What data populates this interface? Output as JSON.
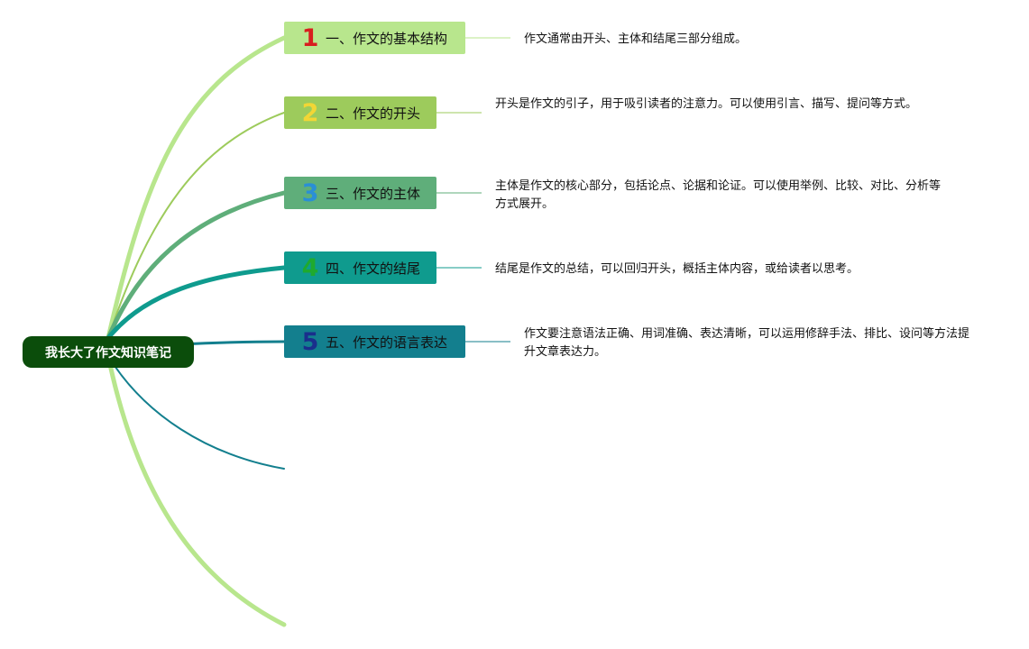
{
  "root": {
    "title": "我长大了作文知识笔记",
    "color": "#0b4d0b"
  },
  "branches": [
    {
      "number": "1",
      "title": "一、作文的基本结构",
      "description": "作文通常由开头、主体和结尾三部分组成。",
      "fill": "#b8e68d",
      "line": "#b8e68d",
      "number_color": "#d81e1e"
    },
    {
      "number": "2",
      "title": "二、作文的开头",
      "description": "开头是作文的引子，用于吸引读者的注意力。可以使用引言、描写、提问等方式。",
      "fill": "#9dcb5c",
      "line": "#9dcb5c",
      "number_color": "#f2d635"
    },
    {
      "number": "3",
      "title": "三、作文的主体",
      "description": "主体是作文的核心部分，包括论点、论据和论证。可以使用举例、比较、对比、分析等方式展开。",
      "fill": "#5fae7a",
      "line": "#5fae7a",
      "number_color": "#2a8fd6"
    },
    {
      "number": "4",
      "title": "四、作文的结尾",
      "description": "结尾是作文的总结，可以回归开头，概括主体内容，或给读者以思考。",
      "fill": "#0f9b8e",
      "line": "#0f9b8e",
      "number_color": "#1faa2e"
    },
    {
      "number": "5",
      "title": "五、作文的语言表达",
      "description": "作文要注意语法正确、用词准确、表达清晰，可以运用修辞手法、排比、设问等方法提升文章表达力。",
      "fill": "#137f8e",
      "line": "#137f8e",
      "number_color": "#1a2f8c"
    }
  ],
  "extra_links": [
    {
      "color": "#137f8e"
    },
    {
      "color": "#b8e68d"
    }
  ]
}
